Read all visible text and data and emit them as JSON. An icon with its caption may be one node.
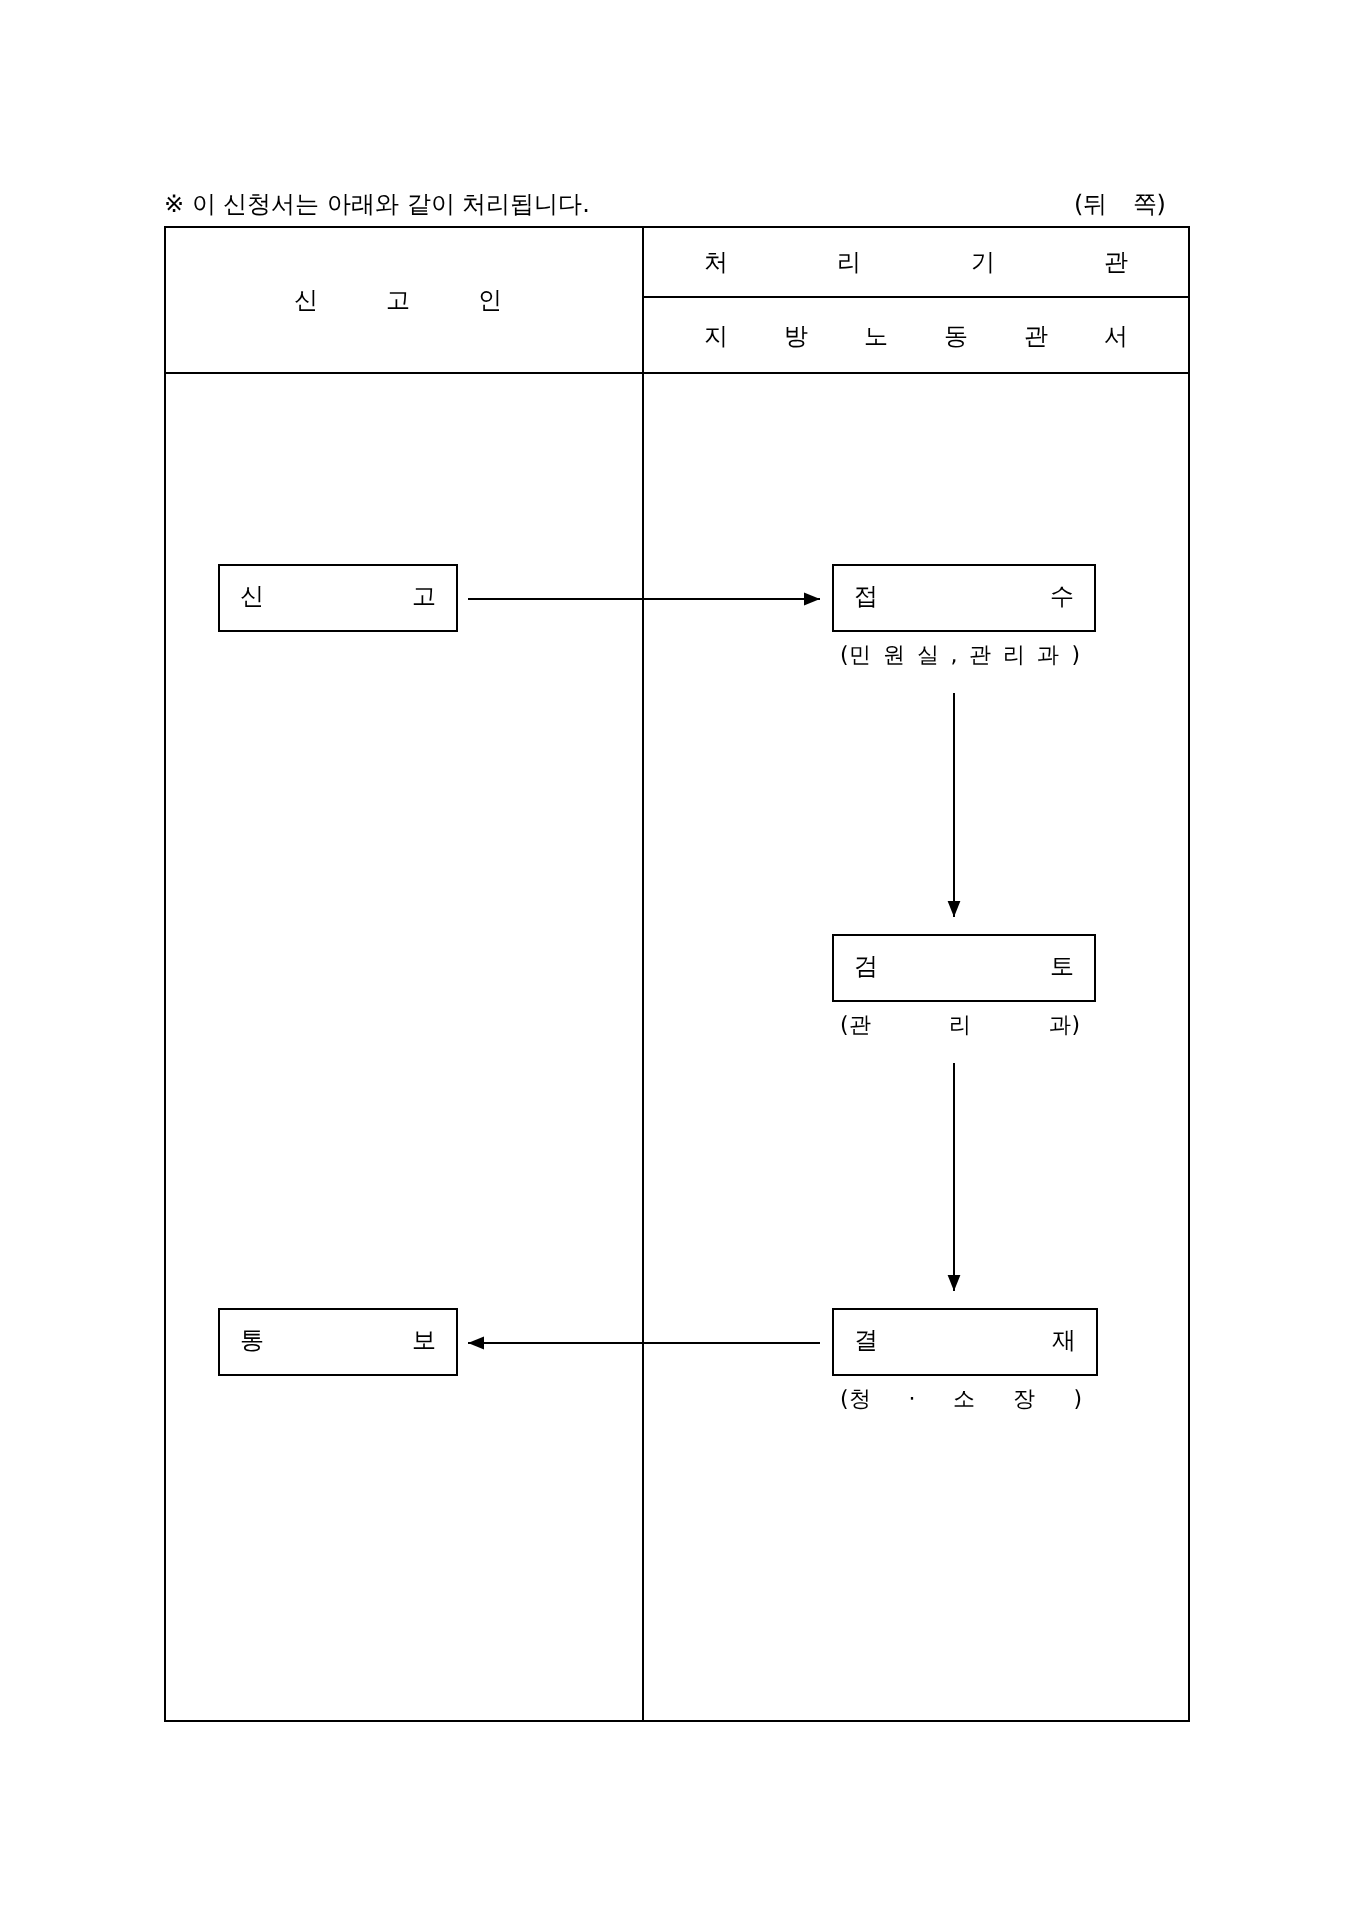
{
  "diagram": {
    "title": "※ 이 신청서는 아래와 같이 처리됩니다.",
    "nodes": [
      {
        "text": [
          "신 고"
        ]
      },
      {
        "text": [
          "접 수"
        ],
        "beside": [
          "(민 원 실 , 관 리 과 )"
        ]
      },
      {
        "text": [
          "검 토"
        ],
        "beside": [
          "(관 리 과)"
        ]
      },
      {
        "text": [
          "결 재"
        ],
        "beside": [
          "(청 · 소 장 )"
        ]
      },
      {
        "text": [
          "통 보"
        ]
      }
    ],
    "edges": [
      {
        "from": 0,
        "to": 1,
        "arrow": "to"
      },
      {
        "from": 1,
        "to": 2,
        "arrow": "to"
      },
      {
        "from": 2,
        "to": 3,
        "arrow": "to"
      },
      {
        "from": 3,
        "to": 4,
        "arrow": "to"
      }
    ],
    "labels": [
      "(뒤 쪽)",
      "신 고 인",
      "처 리 기 관",
      "지 방 노 동 관 서"
    ]
  }
}
